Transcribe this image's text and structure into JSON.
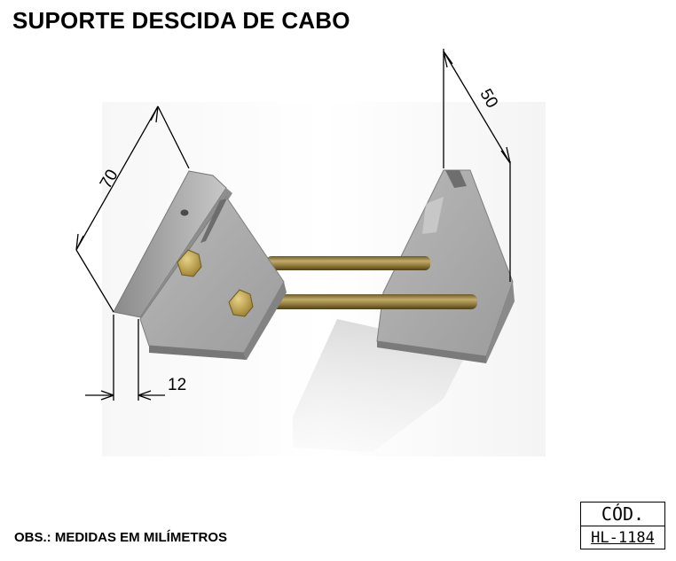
{
  "title": "SUPORTE DESCIDA DE CABO",
  "dimensions": {
    "width": "70",
    "depth": "50",
    "thickness": "12"
  },
  "note": "OBS.: MEDIDAS EM MILÍMETROS",
  "code_block": {
    "label": "CÓD.",
    "value": "HL-1184"
  }
}
